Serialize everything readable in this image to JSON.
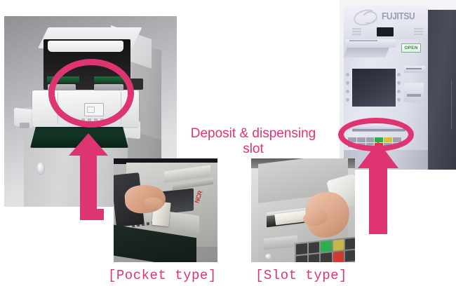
{
  "figure": {
    "type": "annotated-product-photo-diagram",
    "accent_color": "#de3572",
    "background_color": "#ffffff"
  },
  "annotations": {
    "main_label": "Deposit & dispensing slot",
    "main_label_line1": "Deposit & dispensing",
    "main_label_line2": "slot"
  },
  "panels": [
    {
      "id": "pocket-type",
      "caption": "[Pocket type]",
      "main_photo": {
        "alt": "open cash deposit module with hinged lid and card icon",
        "brand_text": ""
      },
      "inset_photo": {
        "alt": "hand placing banknotes into the pocket-style deposit tray"
      },
      "highlight": {
        "shape": "ellipse",
        "color": "#de3572"
      },
      "arrow": {
        "direction": "up",
        "color": "#de3572"
      }
    },
    {
      "id": "slot-type",
      "caption": "[Slot type]",
      "main_photo": {
        "alt": "Fujitsu ATM front panel",
        "brand_text": "FUJITSU",
        "status_badge": "OPEN"
      },
      "inset_photo": {
        "alt": "hand inserting banknotes into the slot-style dispenser above the keypad"
      },
      "highlight": {
        "shape": "ellipse",
        "color": "#de3572"
      },
      "arrow": {
        "direction": "up",
        "color": "#de3572"
      }
    }
  ]
}
